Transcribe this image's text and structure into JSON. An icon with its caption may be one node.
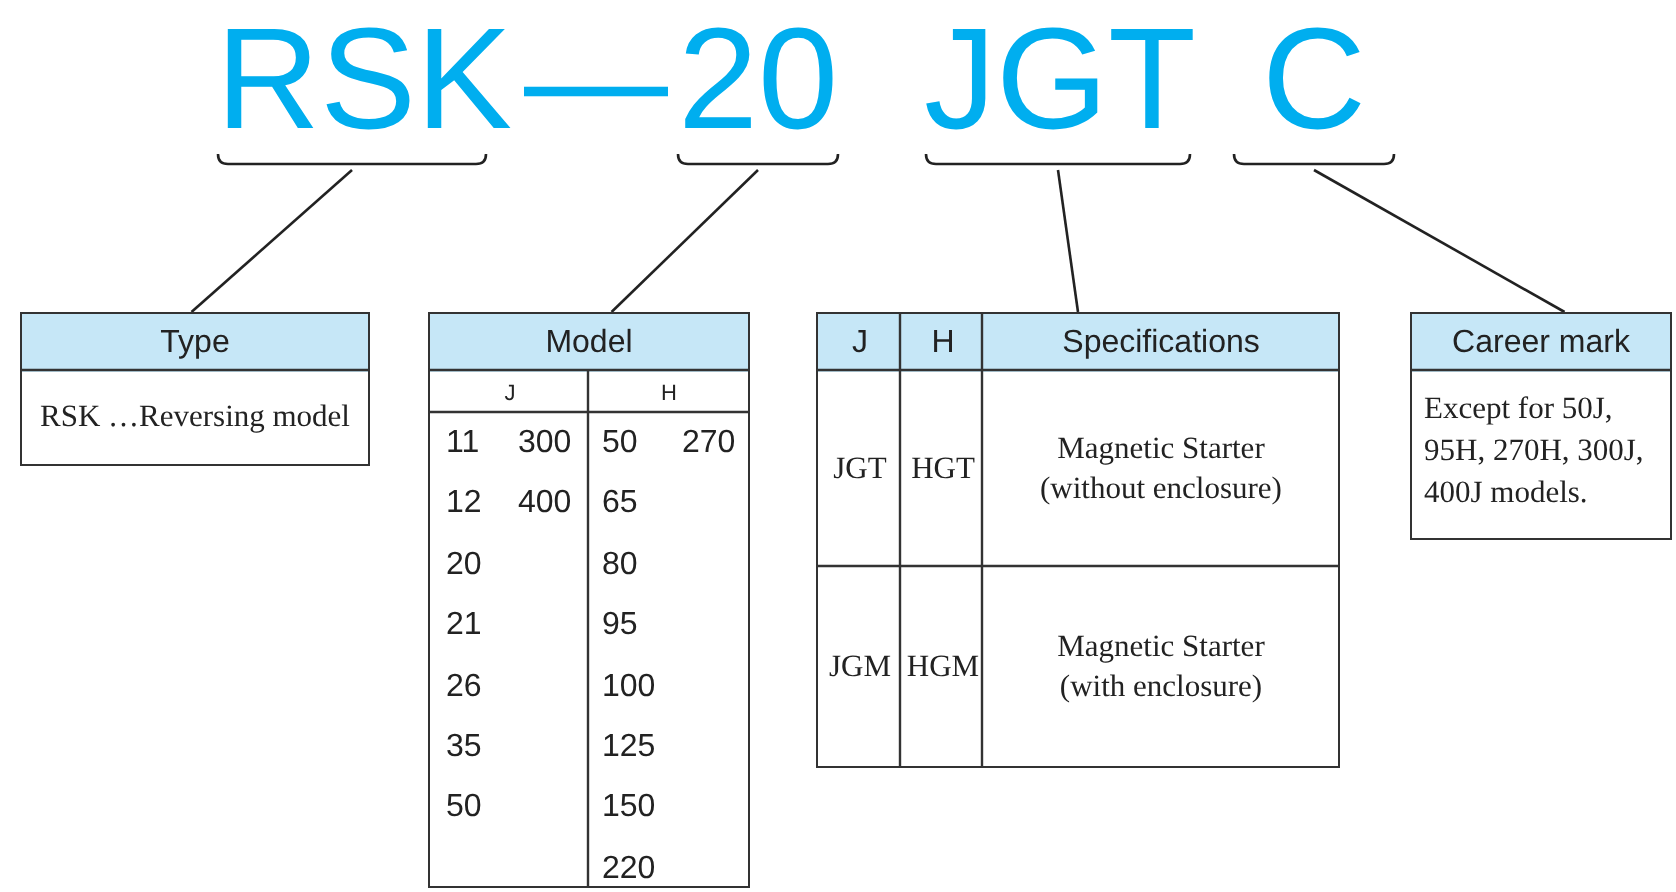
{
  "diagram": {
    "nodes": [
      {
        "text": [
          "RSK"
        ]
      },
      {
        "text": [
          "20"
        ]
      },
      {
        "text": [
          "JGT"
        ]
      },
      {
        "text": [
          "C"
        ]
      },
      {
        "text": [
          "Type",
          "RSK …Reversing model"
        ]
      },
      {
        "text": [
          "Model",
          "J",
          "H",
          "11",
          "300",
          "50",
          "270",
          "12",
          "400",
          "65",
          "20",
          "80",
          "21",
          "95",
          "26",
          "100",
          "35",
          "125",
          "50",
          "150",
          "220"
        ]
      },
      {
        "text": [
          "J",
          "H",
          "Specifications",
          "JGT",
          "HGT",
          "Magnetic Starter (without enclosure)",
          "JGM",
          "HGM",
          "Magnetic Starter (with enclosure)"
        ]
      },
      {
        "text": [
          "Career mark",
          "Except for 50J, 95H, 270H, 300J, 400J models."
        ]
      }
    ],
    "edges": [
      {
        "from": 0,
        "to": 4,
        "arrow": "none"
      },
      {
        "from": 1,
        "to": 5,
        "arrow": "none"
      },
      {
        "from": 2,
        "to": 6,
        "arrow": "none"
      },
      {
        "from": 3,
        "to": 7,
        "arrow": "none"
      }
    ],
    "labels": [
      "—"
    ]
  }
}
